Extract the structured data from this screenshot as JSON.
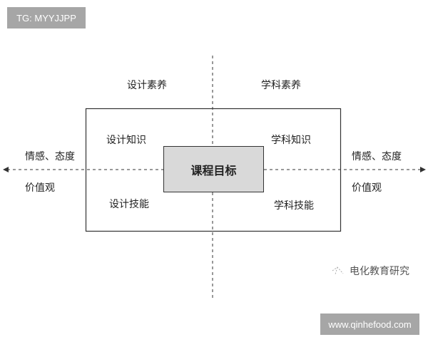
{
  "watermark_top": "TG: MYYJJPP",
  "watermark_bottom": "www.qinhefood.com",
  "source_label": "电化教育研究",
  "diagram": {
    "top_left": "设计素养",
    "top_right": "学科素养",
    "inner_top_left": "设计知识",
    "inner_top_right": "学科知识",
    "inner_bottom_left": "设计技能",
    "inner_bottom_right": "学科技能",
    "center": "课程目标",
    "left_top": "情感、态度",
    "left_bottom": "价值观",
    "right_top": "情感、态度",
    "right_bottom": "价值观"
  }
}
